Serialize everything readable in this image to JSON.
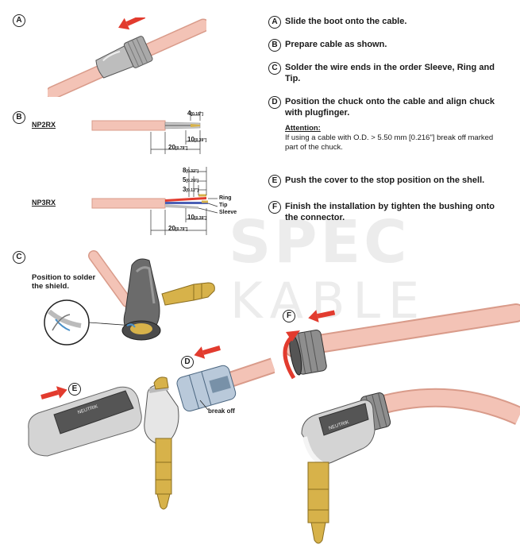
{
  "watermark": {
    "line1": "SPEC",
    "line2": "KABLE"
  },
  "steps": [
    {
      "letter": "A",
      "text": "Slide the boot onto the cable."
    },
    {
      "letter": "B",
      "text": "Prepare cable as shown."
    },
    {
      "letter": "C",
      "text": "Solder the wire ends in the order Sleeve, Ring and Tip."
    },
    {
      "letter": "D",
      "text": "Position the chuck onto the cable and align chuck with plugfinger."
    },
    {
      "letter": "E",
      "text": "Push the cover to the stop position on the shell."
    },
    {
      "letter": "F",
      "text": "Finish the installation by tighten the bushing onto the connector."
    }
  ],
  "attention": {
    "title": "Attention:",
    "text": "If using a cable with O.D. > 5.50 mm [0.216\"] break off marked part of the chuck."
  },
  "diagram_b": {
    "np2rx": {
      "label": "NP2RX",
      "dims": [
        {
          "value": "4",
          "inch": "[0.16\"]"
        },
        {
          "value": "10",
          "inch": "[0.39\"]"
        },
        {
          "value": "20",
          "inch": "[0.79\"]"
        }
      ]
    },
    "np3rx": {
      "label": "NP3RX",
      "dims": [
        {
          "value": "8",
          "inch": "[0.32\"]"
        },
        {
          "value": "5",
          "inch": "[0.20\"]"
        },
        {
          "value": "3",
          "inch": "[0.12\"]"
        },
        {
          "value": "10",
          "inch": "[0.39\"]"
        },
        {
          "value": "20",
          "inch": "[0.79\"]"
        }
      ],
      "wires": [
        "Ring",
        "Tip",
        "Sleeve"
      ]
    }
  },
  "diagram_c": {
    "callout": "Position to solder the shield."
  },
  "diagram_d": {
    "callout": "break off"
  },
  "brand_text": "NEUTRIK",
  "colors": {
    "cable": "#f3c3b6",
    "cable_dark": "#d99b8a",
    "arrow": "#e23b2e",
    "metal": "#d7b24a",
    "shell": "#8e8e8e"
  }
}
